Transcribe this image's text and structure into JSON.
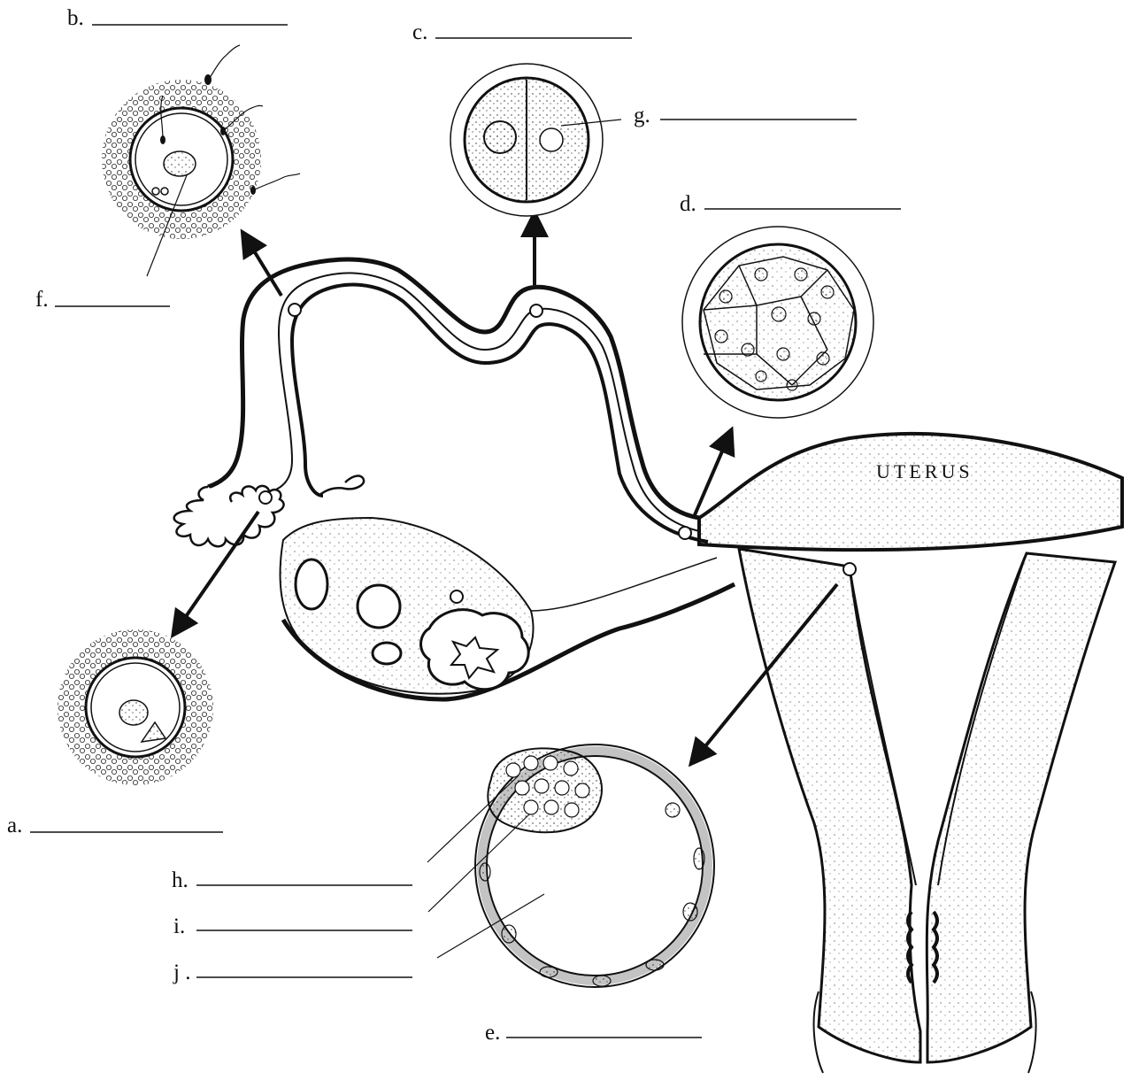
{
  "labels": {
    "a": "a.",
    "b": "b.",
    "c": "c.",
    "d": "d.",
    "e": "e.",
    "f": "f.",
    "g": "g.",
    "h": "h.",
    "i": "i.",
    "j": "j ."
  },
  "organ_label": "UTERUS",
  "colors": {
    "ink": "#111111",
    "background": "#ffffff"
  },
  "icons": [
    "arrow-icon",
    "sperm-icon",
    "cell-icon"
  ]
}
